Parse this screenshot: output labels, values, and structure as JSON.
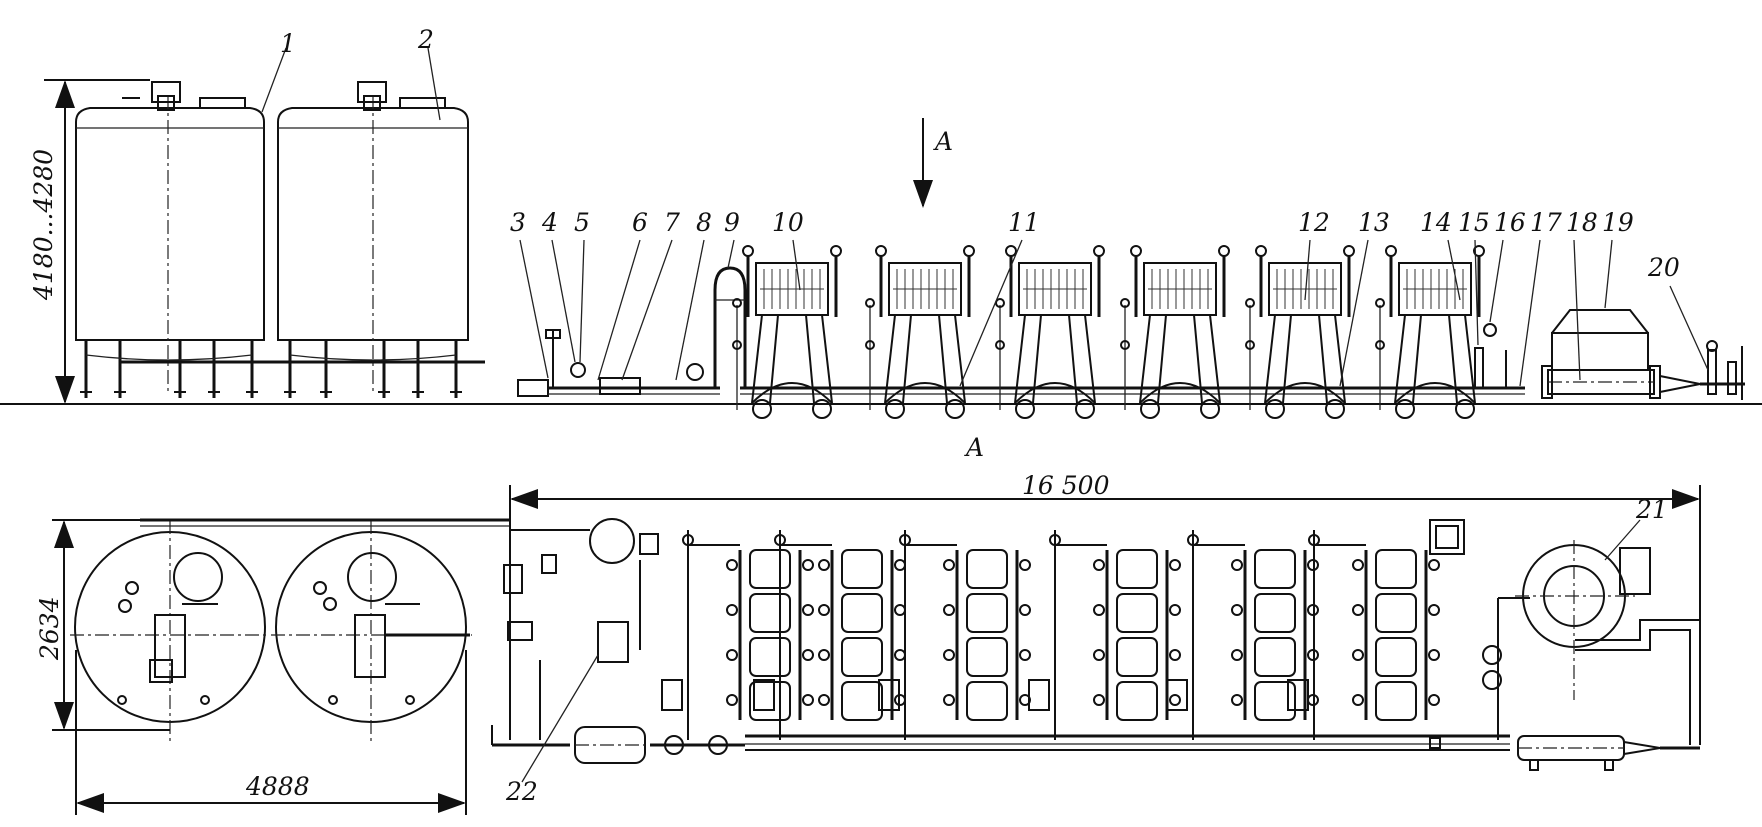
{
  "view_marker": "A",
  "section_label": "A",
  "dimensions": {
    "tank_height": "4180...4280",
    "plan_width": "2634",
    "tank_span": "4888",
    "line_length": "16 500"
  },
  "callouts": [
    "1",
    "2",
    "3",
    "4",
    "5",
    "6",
    "7",
    "8",
    "9",
    "10",
    "11",
    "12",
    "13",
    "14",
    "15",
    "16",
    "17",
    "18",
    "19",
    "20",
    "21",
    "22"
  ]
}
